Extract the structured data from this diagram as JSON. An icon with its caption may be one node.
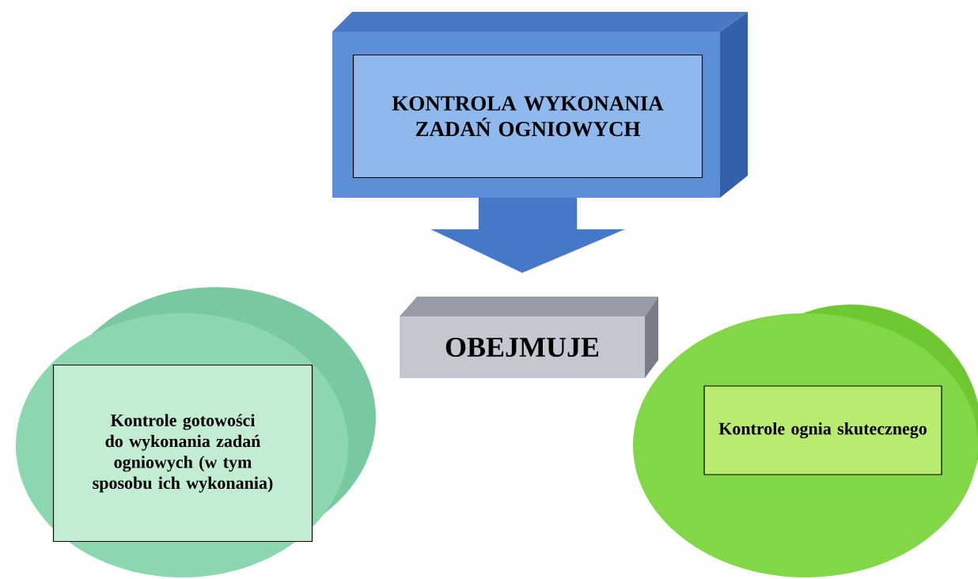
{
  "diagram": {
    "nodes": [
      {
        "text": [
          "KONTROLA WYKONANIA ZADAŃ OGNIOWYCH"
        ]
      },
      {
        "text": [
          "OBEJMUJE"
        ]
      },
      {
        "text": [
          "Kontrole gotowości do wykonania zadań ogniowych (w tym sposobu ich wykonania)"
        ]
      },
      {
        "text": [
          "Kontrole ognia skutecznego"
        ]
      }
    ],
    "edges": [
      {
        "from": 0,
        "to": 1,
        "arrow": "to"
      }
    ]
  }
}
